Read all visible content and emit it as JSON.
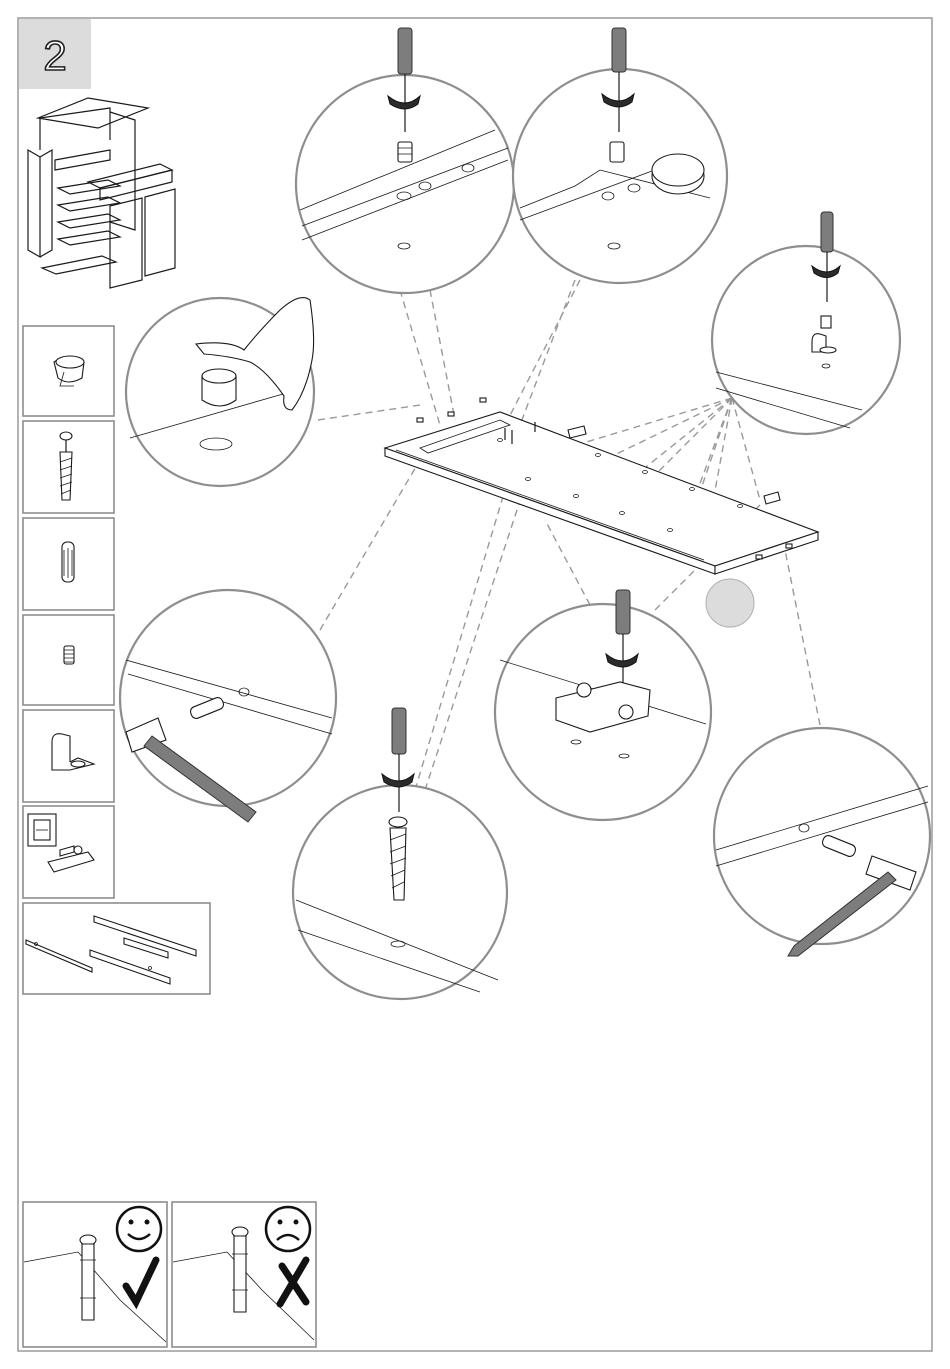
{
  "step": {
    "number": "2"
  },
  "colors": {
    "frame": "#8e8e8e",
    "step_badge": "#dcdcdc",
    "tool_grey": "#7d7d7d",
    "ink": "#1a1a1a"
  },
  "parts_column": [
    {
      "icon": "cam-lock-icon"
    },
    {
      "icon": "cam-bolt-dowel-icon"
    },
    {
      "icon": "wooden-dowel-icon"
    },
    {
      "icon": "threaded-insert-icon"
    },
    {
      "icon": "shelf-support-bracket-icon"
    },
    {
      "icon": "hinge-mounting-plate-icon"
    },
    {
      "icon": "drawer-runners-icon"
    }
  ],
  "detail_callouts": [
    {
      "icon": "screwdriver-insert-icon"
    },
    {
      "icon": "screwdriver-insert-foot-icon"
    },
    {
      "icon": "screwdriver-bracket-icon"
    },
    {
      "icon": "press-cam-lock-icon"
    },
    {
      "icon": "hammer-dowel-left-icon"
    },
    {
      "icon": "screwdriver-cam-bolt-icon"
    },
    {
      "icon": "screwdriver-hinge-plate-icon"
    },
    {
      "icon": "hammer-dowel-right-icon"
    }
  ],
  "quality_check": [
    {
      "state": "correct",
      "face_icon": "smiley-face-icon",
      "mark_icon": "check-mark-icon"
    },
    {
      "state": "incorrect",
      "face_icon": "sad-face-icon",
      "mark_icon": "cross-mark-icon"
    }
  ]
}
